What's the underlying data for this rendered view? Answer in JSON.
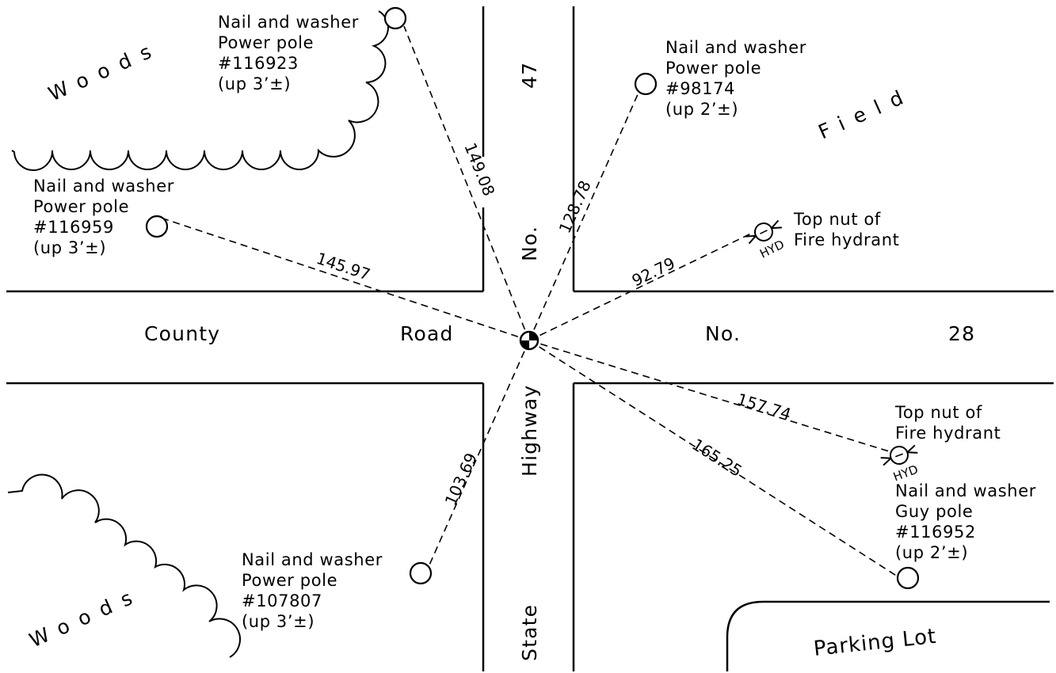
{
  "roads": {
    "county": {
      "word1": "County",
      "word2": "Road",
      "word3": "No.",
      "word4": "28"
    },
    "state": {
      "word1": "State",
      "word2": "Highway",
      "word3": "No.",
      "word4": "47"
    }
  },
  "areas": {
    "woods_top": "Woods",
    "woods_bottom": "Woods",
    "field": "Field",
    "parking_lot": "Parking Lot"
  },
  "references": [
    {
      "id": "pole-116923",
      "lines": [
        "Nail and washer",
        "Power pole",
        "#116923",
        "(up 3’±)"
      ],
      "distance": "149.08"
    },
    {
      "id": "pole-98174",
      "lines": [
        "Nail and washer",
        "Power pole",
        "#98174",
        "(up 2’±)"
      ],
      "distance": "128.78"
    },
    {
      "id": "pole-116959",
      "lines": [
        "Nail and washer",
        "Power pole",
        "#116959",
        "(up 3’±)"
      ],
      "distance": "145.97"
    },
    {
      "id": "hydrant-ne",
      "lines": [
        "Top nut of",
        "Fire hydrant"
      ],
      "symbol": "HYD",
      "distance": "92.79"
    },
    {
      "id": "hydrant-se",
      "lines": [
        "Top nut of",
        "Fire hydrant"
      ],
      "symbol": "HYD",
      "distance": "157.74"
    },
    {
      "id": "pole-116952",
      "lines": [
        "Nail and washer",
        "Guy pole",
        "#116952",
        "(up 2’±)"
      ],
      "distance": "165.25"
    },
    {
      "id": "pole-107807",
      "lines": [
        "Nail and washer",
        "Power pole",
        "#107807",
        "(up 3’±)"
      ],
      "distance": "103.69"
    }
  ]
}
